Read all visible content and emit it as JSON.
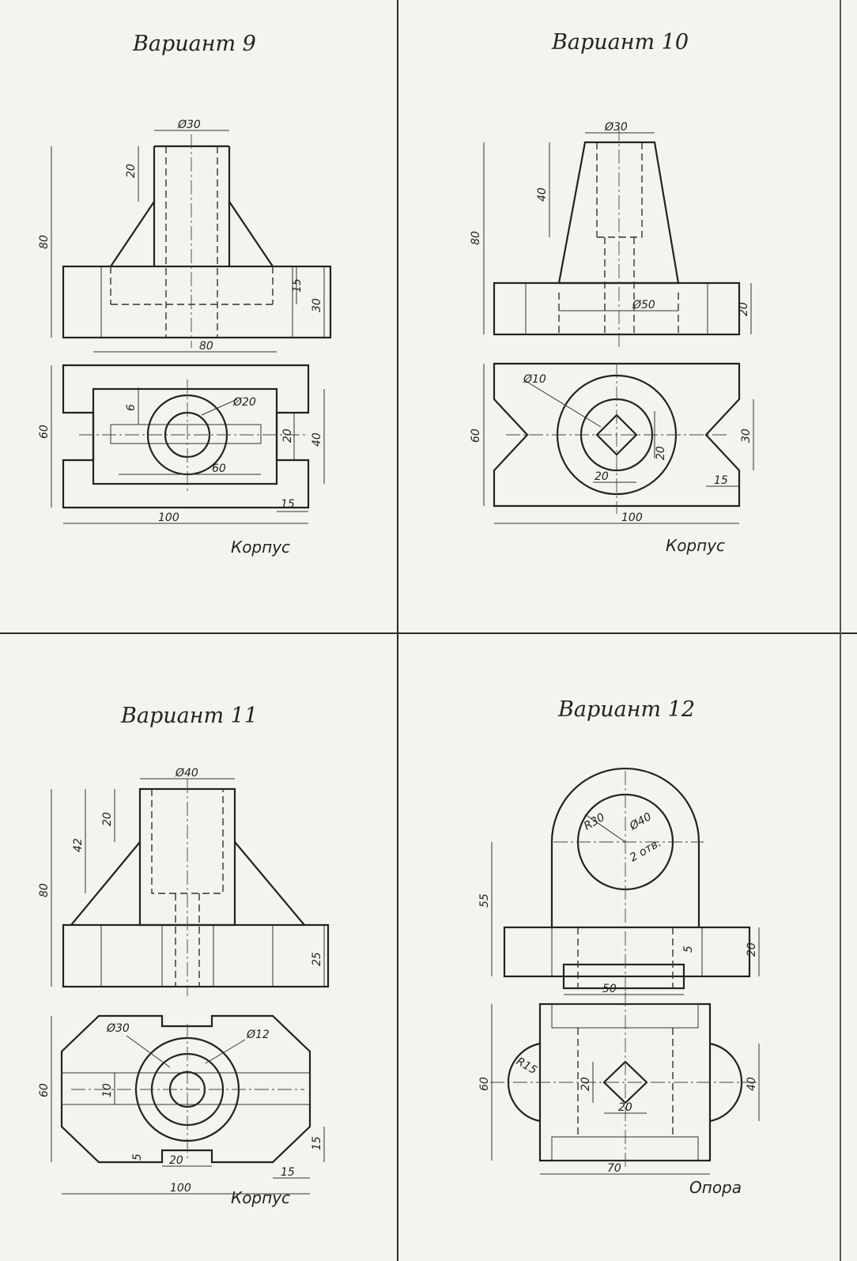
{
  "panels": [
    {
      "title": "Вариант 9",
      "part": "Корпус",
      "dims": {
        "d_top": "Ø30",
        "h20": "20",
        "h80": "80",
        "h15": "15",
        "h30": "30",
        "w80": "80",
        "d20": "Ø20",
        "h60": "60",
        "h6": "6",
        "h20b": "20",
        "h40": "40",
        "w60": "60",
        "w100": "100",
        "w15": "15"
      }
    },
    {
      "title": "Вариант 10",
      "part": "Корпус",
      "dims": {
        "d_top": "Ø30",
        "h40": "40",
        "h80": "80",
        "d50": "Ø50",
        "h20": "20",
        "d10": "Ø10",
        "h60": "60",
        "h20a": "20",
        "w20": "20",
        "h30": "30",
        "w15": "15",
        "w100": "100"
      }
    },
    {
      "title": "Вариант 11",
      "part": "Корпус",
      "dims": {
        "d_top": "Ø40",
        "h20": "20",
        "h42": "42",
        "h80": "80",
        "h25": "25",
        "d30": "Ø30",
        "d12": "Ø12",
        "h60": "60",
        "h10": "10",
        "h15": "15",
        "h5": "5",
        "w20": "20",
        "w15": "15",
        "w100": "100"
      }
    },
    {
      "title": "Вариант 12",
      "part": "Опора",
      "dims": {
        "r30": "R30",
        "d40": "Ø40",
        "otv": "2 отв.",
        "h55": "55",
        "h5": "5",
        "h20": "20",
        "w50": "50",
        "h60": "60",
        "r15": "R15",
        "h20a": "20",
        "w20": "20",
        "h40": "40",
        "w70": "70"
      }
    }
  ]
}
